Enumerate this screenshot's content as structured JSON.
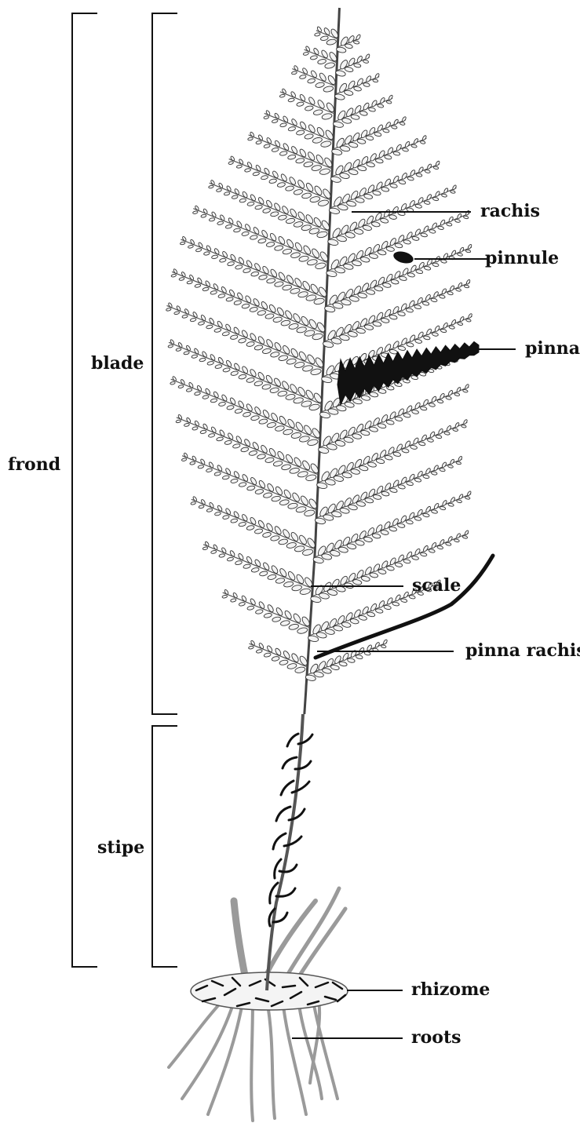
{
  "labels": {
    "frond": "frond",
    "blade": "blade",
    "stipe": "stipe",
    "rachis": "rachis",
    "pinnule": "pinnule",
    "pinna": "pinna",
    "pinna_rachis": "pinna rachis",
    "scale": "scale",
    "rhizome": "rhizome",
    "roots": "roots"
  },
  "colors": {
    "ink": "#111111",
    "leaf_fill": "#f3f3f3",
    "leaf_stroke": "#333333",
    "roots": "#9a9a9a",
    "highlight": "#111111"
  }
}
